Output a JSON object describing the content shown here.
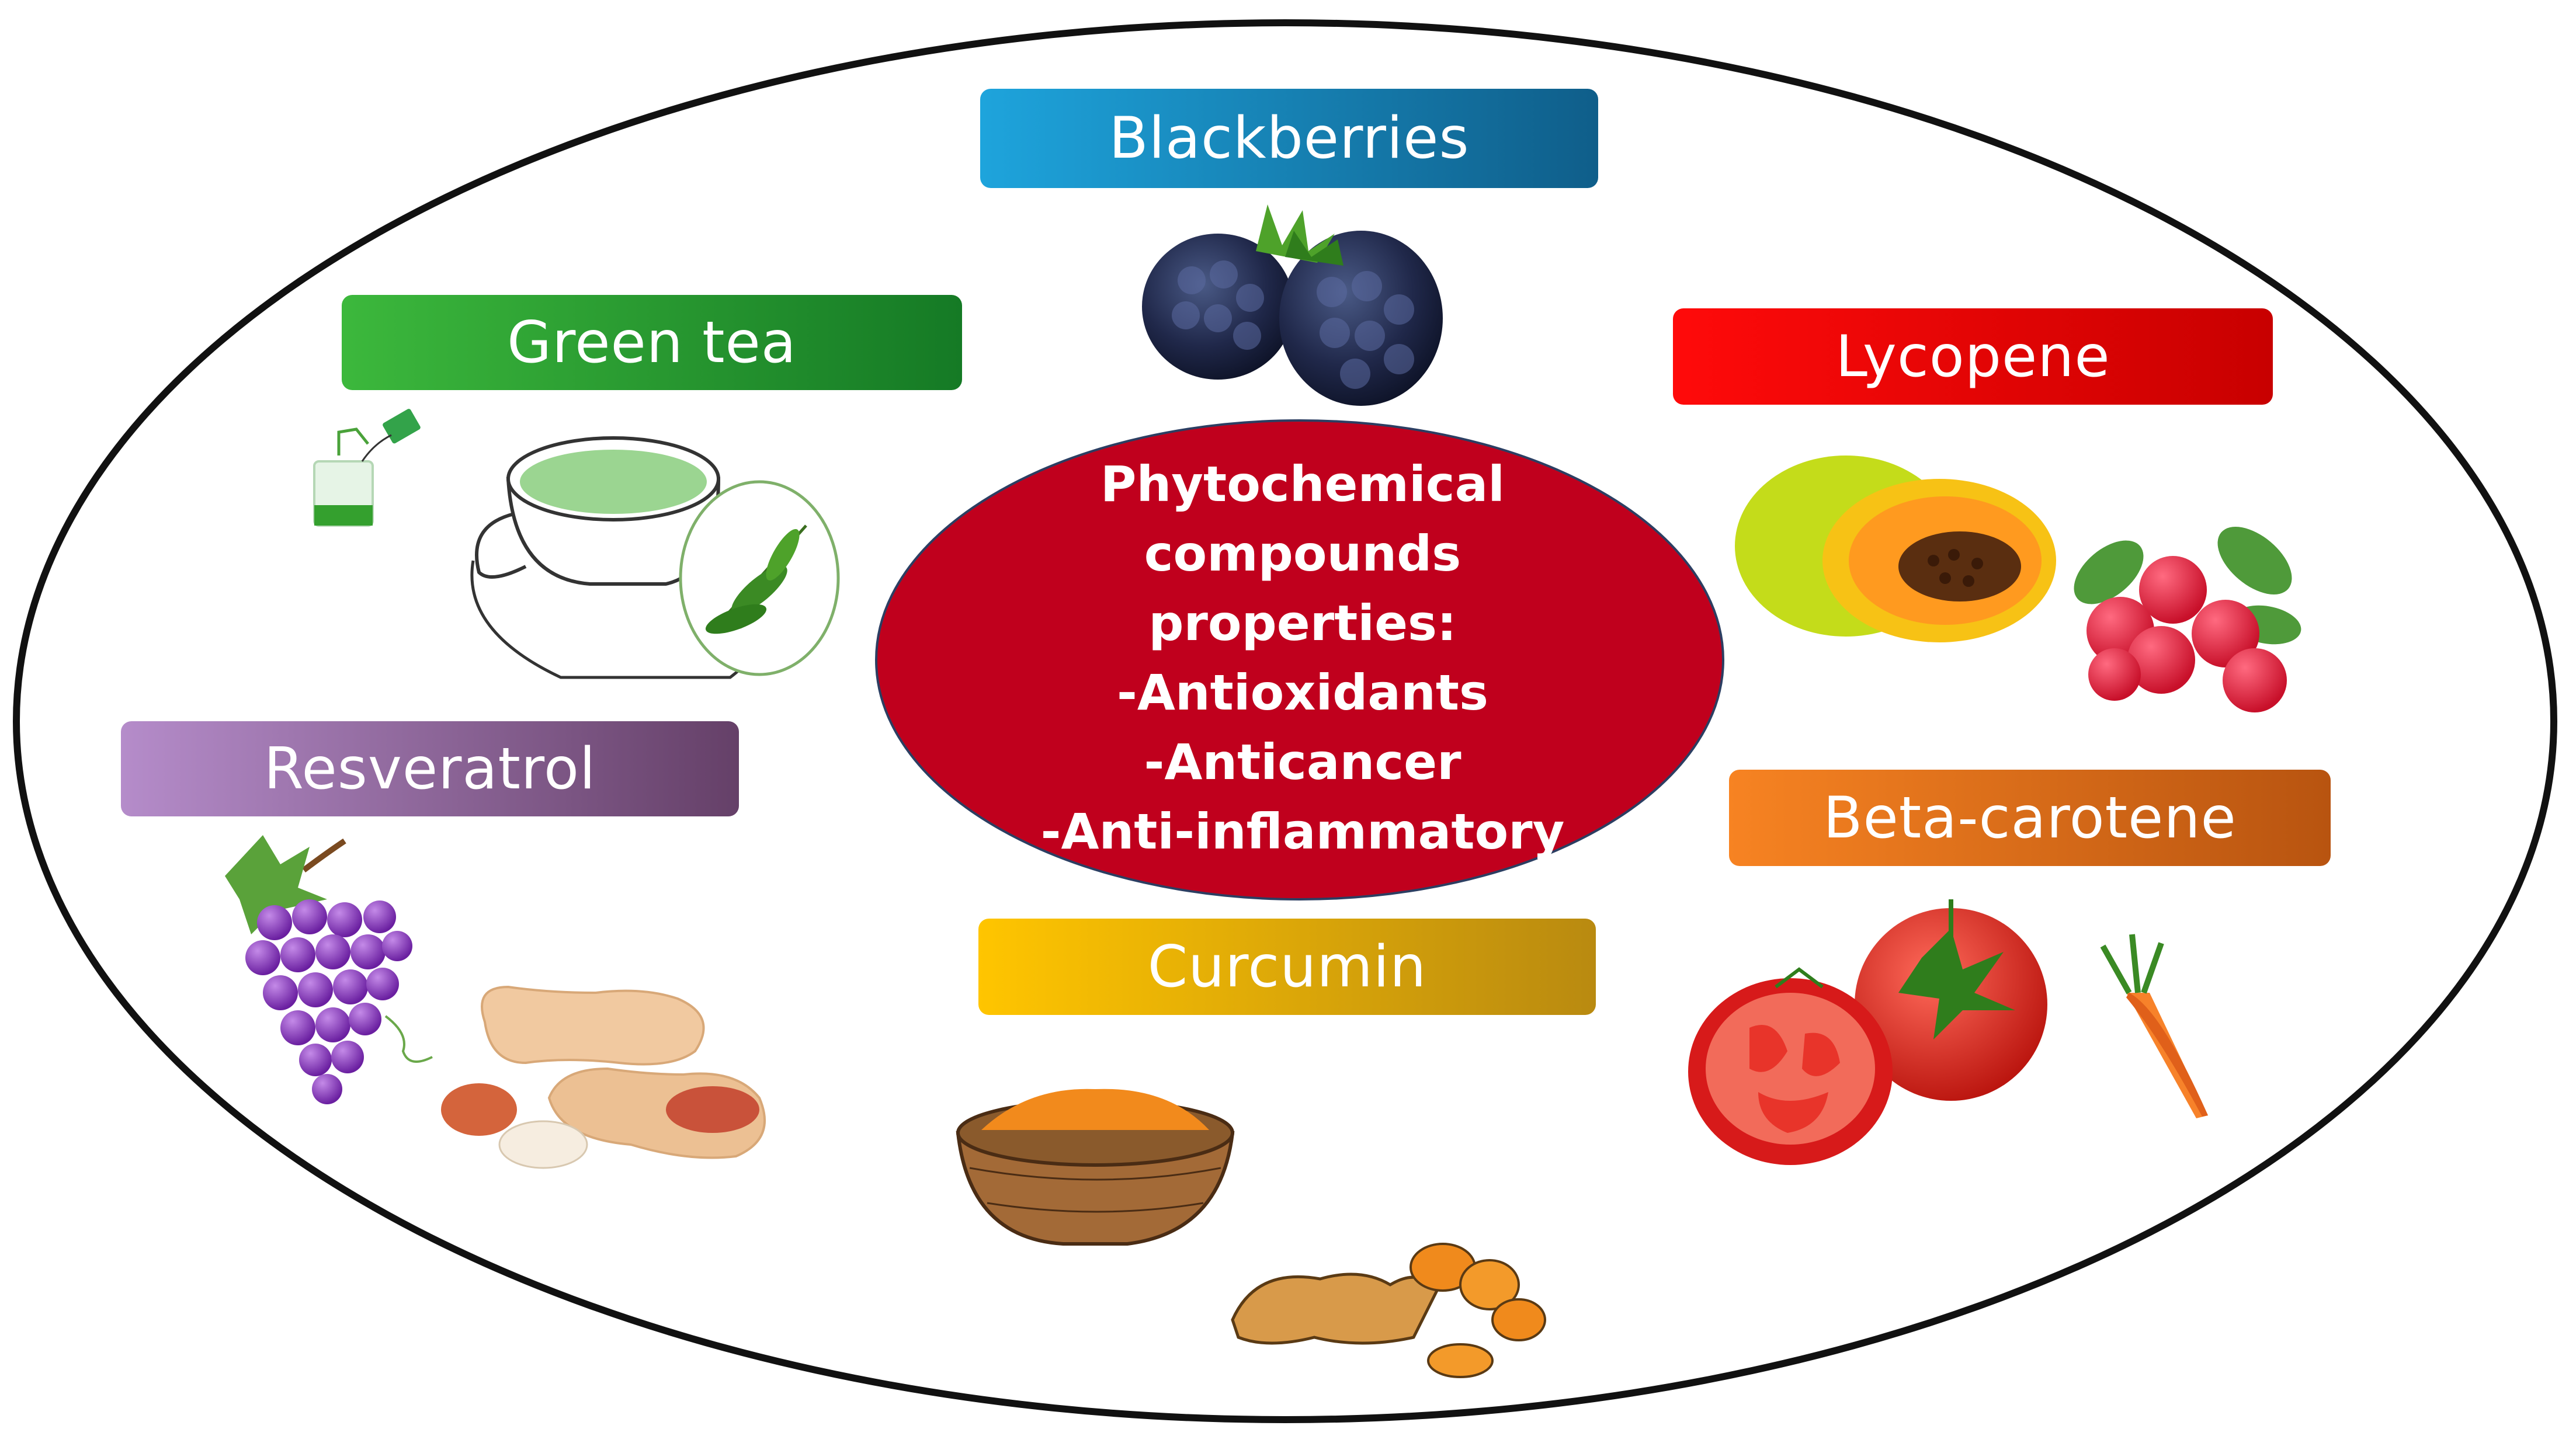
{
  "center": {
    "lines": [
      "Phytochemical",
      "compounds",
      "properties:",
      "-Antioxidants",
      "-Anticancer",
      "-Anti-inflammatory"
    ]
  },
  "labels": {
    "blackberries": "Blackberries",
    "green_tea": "Green tea",
    "lycopene": "Lycopene",
    "resveratrol": "Resveratrol",
    "beta_carotene": "Beta-carotene",
    "curcumin": "Curcumin"
  },
  "colors": {
    "center_ellipse": "#c0001d",
    "blackberries": [
      "#1ea4dc",
      "#0f5e8a"
    ],
    "green_tea": [
      "#3cb83c",
      "#157a25"
    ],
    "lycopene": [
      "#ff0a0a",
      "#c80000"
    ],
    "resveratrol": [
      "#b58cca",
      "#654068"
    ],
    "beta_carotene": [
      "#f78322",
      "#b85410"
    ],
    "curcumin": [
      "#ffc500",
      "#b98a10"
    ]
  },
  "icons": [
    "blackberry-icon",
    "tea-bag-icon",
    "tea-cup-icon",
    "tea-leaf-icon",
    "papaya-icon",
    "cranberries-icon",
    "grapes-icon",
    "peanuts-icon",
    "tomato-icon",
    "carrot-icon",
    "turmeric-bowl-icon",
    "turmeric-root-icon"
  ]
}
